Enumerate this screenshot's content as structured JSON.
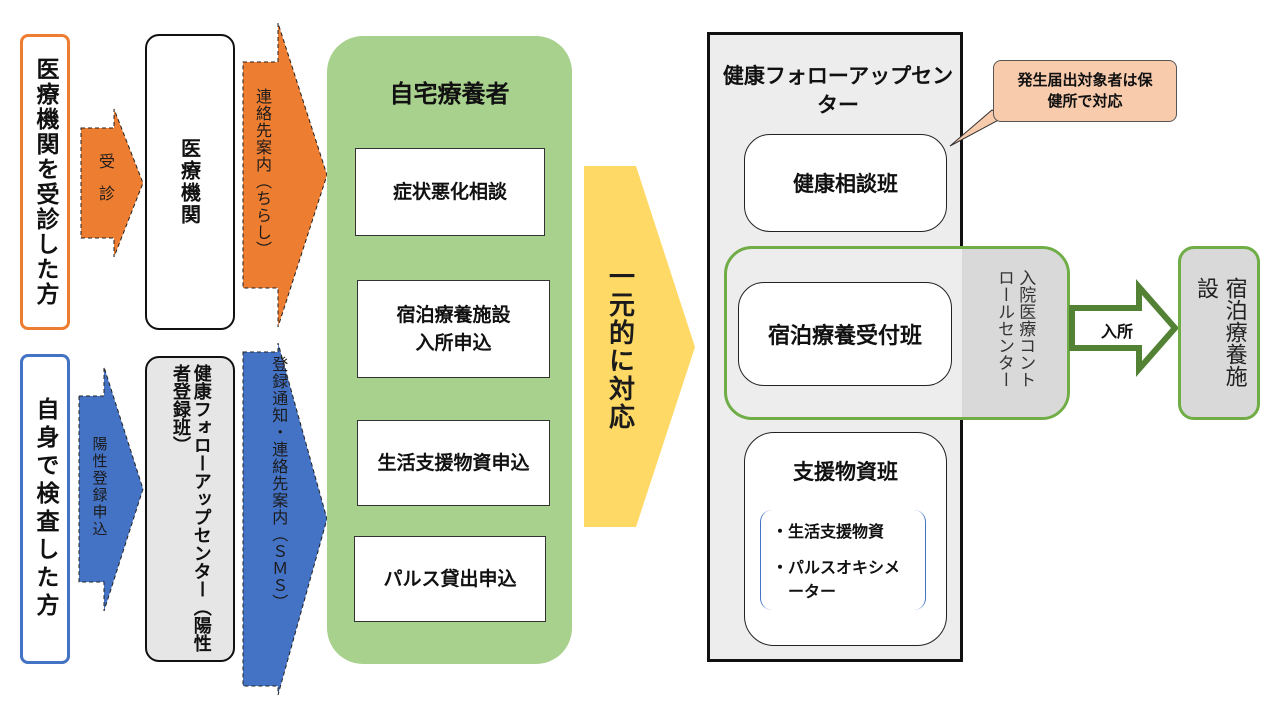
{
  "left": {
    "clinic_visit_label": "医療機関を受診した方",
    "self_test_label": "自身で検査した方"
  },
  "arrows": {
    "jushin": "受診",
    "yousei": "陽性登録申込",
    "renraku_chirashi": "連絡先案内（ちらし）",
    "sms": "登録通知・連絡先案内（ＳＭＳ）",
    "nyusho": "入所"
  },
  "middle": {
    "iryokikan": "医療機関",
    "center_registration": "健康フォローアップセンター（陽性者登録班）"
  },
  "home": {
    "title": "自宅療養者",
    "items": [
      "症状悪化相談",
      "宿泊療養施設入所申込",
      "生活支援物資申込",
      "パルス貸出申込"
    ]
  },
  "unified": "一元的に対応",
  "center": {
    "title": "健康フォローアップセンター",
    "callout": "発生届出対象者は保健所で対応",
    "health_consult": "健康相談班",
    "lodging_reception": "宿泊療養受付班",
    "control_center": "入院医療コントロールセンター",
    "supplies_team": "支援物資班",
    "supplies_items": [
      "・生活支援物資",
      "・パルスオキシメーター"
    ]
  },
  "facility": "宿泊療養施設",
  "colors": {
    "orange": "#ed7d31",
    "blue": "#4472c4",
    "green": "#a9d18e",
    "green_border": "#70ad47",
    "yellow": "#ffd966",
    "callout_fill": "#f8cbad",
    "gray": "#d9d9d9",
    "panel": "#ededed"
  }
}
